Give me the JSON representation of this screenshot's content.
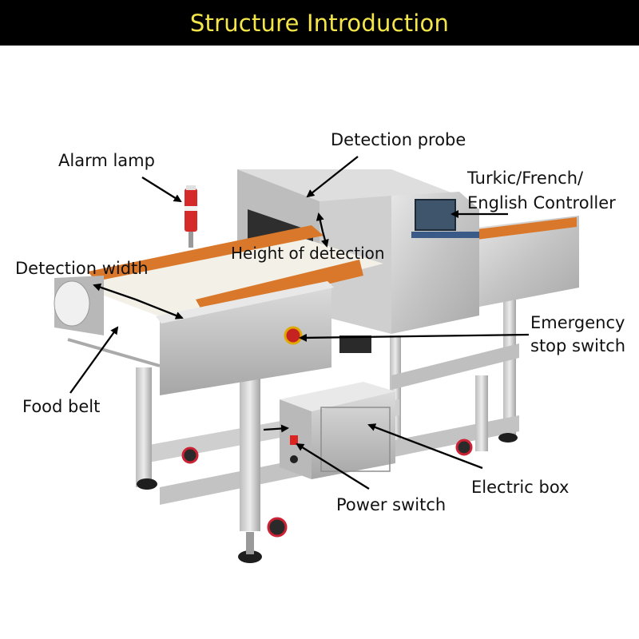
{
  "header": {
    "title": "Structure Introduction",
    "bg": "#000000",
    "title_color": "#f4e64a"
  },
  "labels": {
    "detection_probe": "Detection probe",
    "alarm_lamp": "Alarm lamp",
    "controller_line1": "Turkic/French/",
    "controller_line2": "English Controller",
    "height_of_detection": "Height of detection",
    "detection_width": "Detection width",
    "emergency_line1": "Emergency",
    "emergency_line2": "stop switch",
    "food_belt": "Food belt",
    "electric_box": "Electric box",
    "power_switch": "Power switch"
  },
  "colors": {
    "steel": "#c9c9c9",
    "belt": "#f3f0e8",
    "belt_edge": "#d9782a",
    "lamp": "#d42a2a"
  }
}
